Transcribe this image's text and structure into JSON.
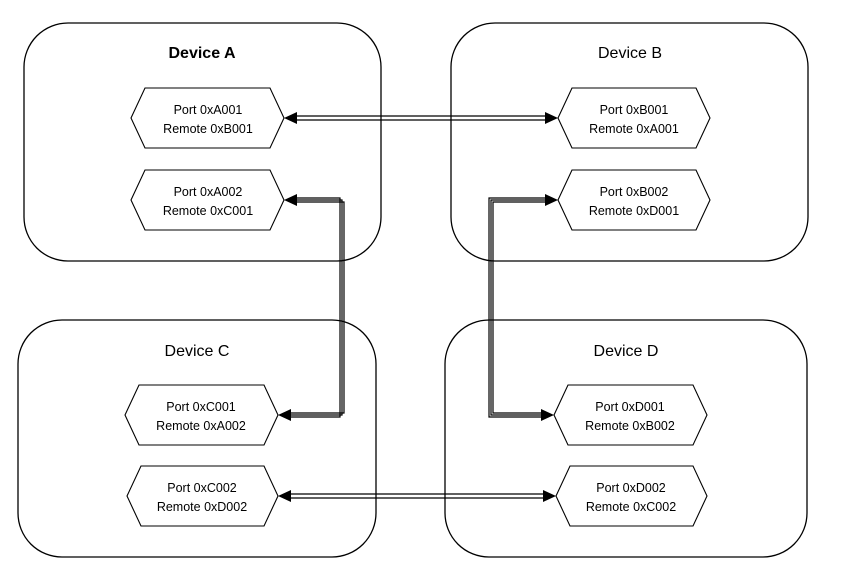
{
  "devices": {
    "a": {
      "title": "Device A",
      "ports": [
        {
          "port": "Port 0xA001",
          "remote": "Remote 0xB001"
        },
        {
          "port": "Port 0xA002",
          "remote": "Remote 0xC001"
        }
      ]
    },
    "b": {
      "title": "Device B",
      "ports": [
        {
          "port": "Port 0xB001",
          "remote": "Remote 0xA001"
        },
        {
          "port": "Port 0xB002",
          "remote": "Remote 0xD001"
        }
      ]
    },
    "c": {
      "title": "Device C",
      "ports": [
        {
          "port": "Port 0xC001",
          "remote": "Remote 0xA002"
        },
        {
          "port": "Port 0xC002",
          "remote": "Remote 0xD002"
        }
      ]
    },
    "d": {
      "title": "Device D",
      "ports": [
        {
          "port": "Port 0xD001",
          "remote": "Remote 0xB002"
        },
        {
          "port": "Port 0xD002",
          "remote": "Remote 0xC002"
        }
      ]
    }
  },
  "connections": [
    {
      "from": "Port 0xA001",
      "to": "Port 0xB001"
    },
    {
      "from": "Port 0xA002",
      "to": "Port 0xC001"
    },
    {
      "from": "Port 0xB002",
      "to": "Port 0xD001"
    },
    {
      "from": "Port 0xC002",
      "to": "Port 0xD002"
    }
  ]
}
